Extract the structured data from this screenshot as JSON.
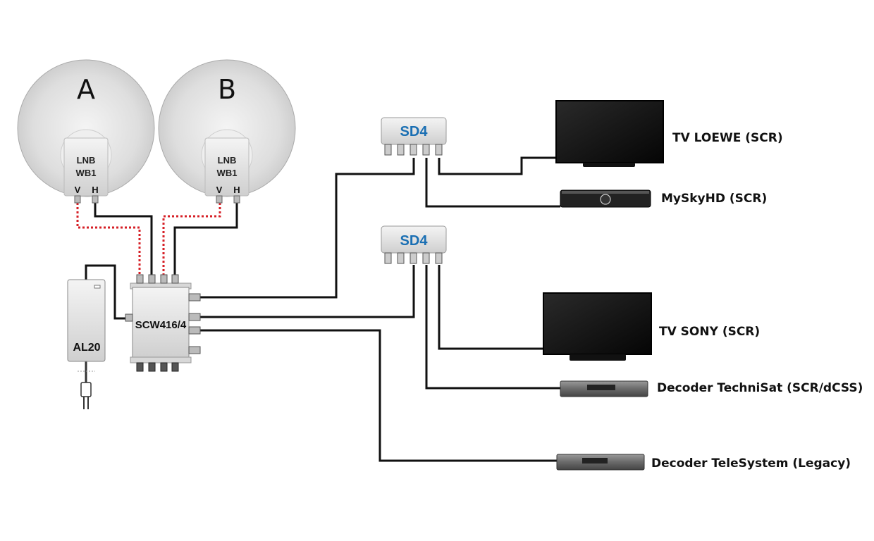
{
  "dishes": [
    {
      "label": "A",
      "lnb_line1": "LNB",
      "lnb_line2": "WB1",
      "port_v": "V",
      "port_h": "H"
    },
    {
      "label": "B",
      "lnb_line1": "LNB",
      "lnb_line2": "WB1",
      "port_v": "V",
      "port_h": "H"
    }
  ],
  "power_supply": {
    "label": "AL20"
  },
  "switch": {
    "label": "SCW416/4"
  },
  "splitters": [
    {
      "label": "SD4"
    },
    {
      "label": "SD4"
    }
  ],
  "devices": {
    "tv_loewe": "TV LOEWE (SCR)",
    "myskyhd": "MySkyHD (SCR)",
    "tv_sony": "TV SONY (SCR)",
    "decoder_technisat": "Decoder TechniSat (SCR/dCSS)",
    "decoder_telesystem": "Decoder TeleSystem (Legacy)"
  },
  "colors": {
    "cable": "#111111",
    "cable_polarity_v": "#d61f26",
    "splitter_text": "#1a6fb3",
    "dish_fill": "#dcdcdc"
  }
}
